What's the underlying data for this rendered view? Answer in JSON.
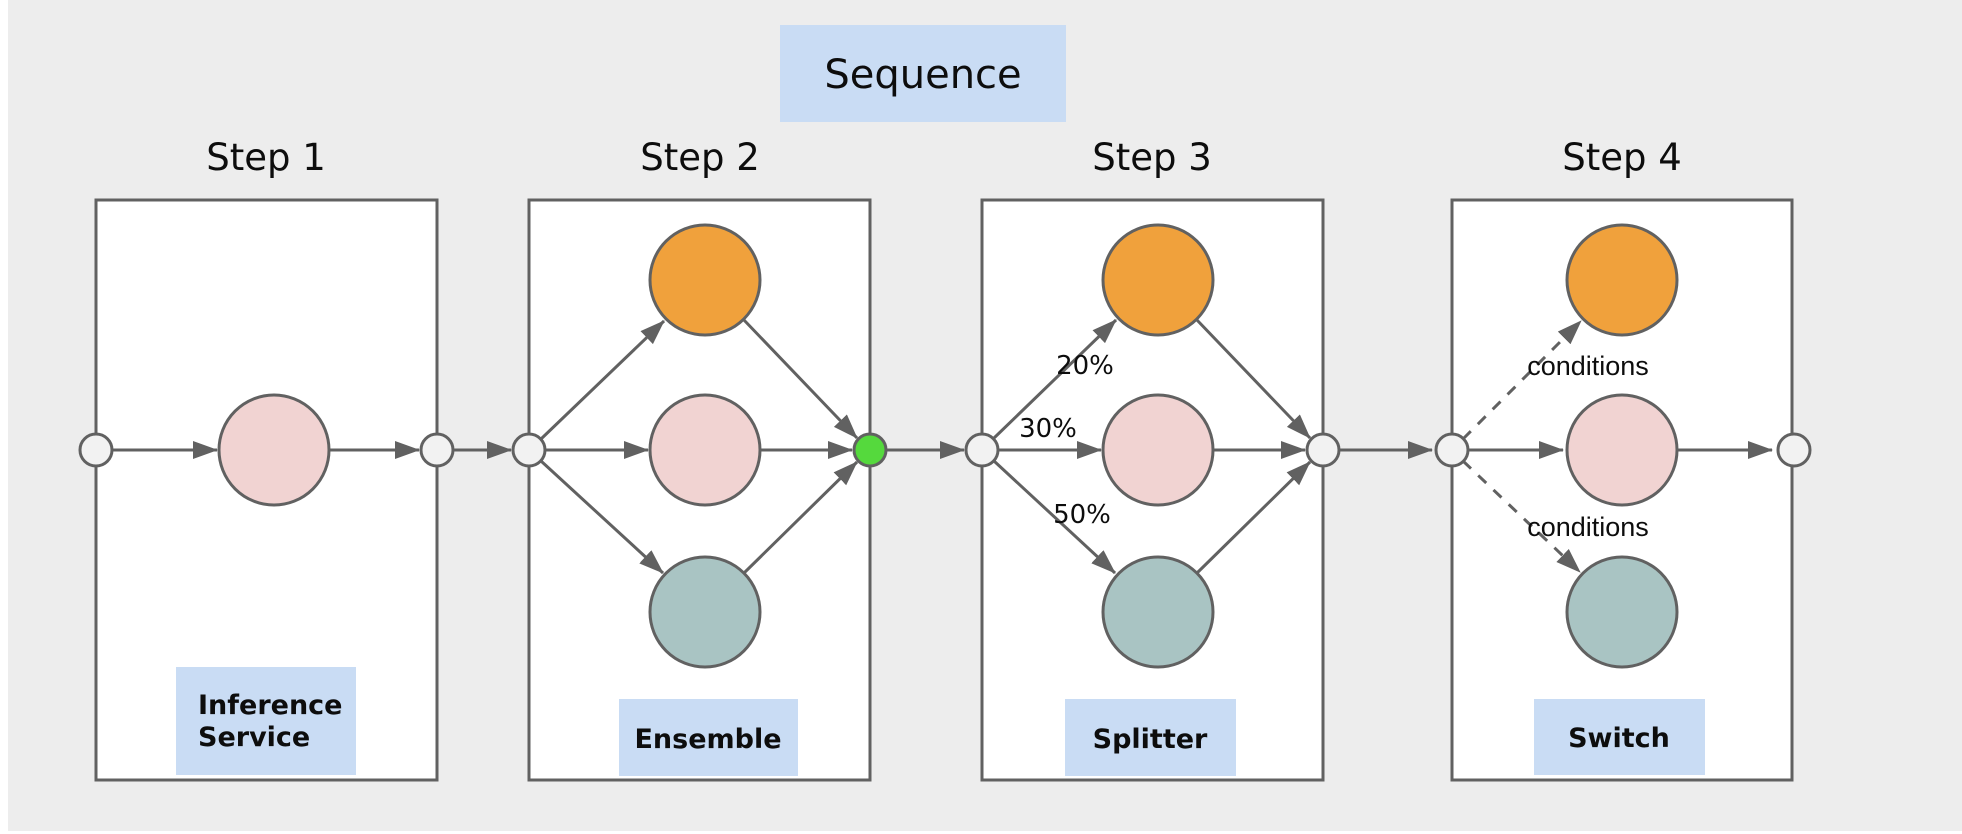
{
  "diagram": {
    "title": "Sequence",
    "steps": [
      {
        "title": "Step 1",
        "label": "Inference Service",
        "label_lines": [
          "Inference",
          "Service"
        ]
      },
      {
        "title": "Step 2",
        "label": "Ensemble"
      },
      {
        "title": "Step 3",
        "label": "Splitter",
        "weights": [
          "20%",
          "30%",
          "50%"
        ]
      },
      {
        "title": "Step 4",
        "label": "Switch",
        "conditions": [
          "conditions",
          "conditions"
        ]
      }
    ],
    "colors": {
      "background": "#ededed",
      "box_fill": "#ffffff",
      "stroke": "#616161",
      "orange": "#f0a13c",
      "pink": "#f1d3d2",
      "teal": "#a9c4c3",
      "green": "#55d93d",
      "label_bg": "#c9dcf4",
      "connector_fill": "#f2f2f2"
    }
  }
}
